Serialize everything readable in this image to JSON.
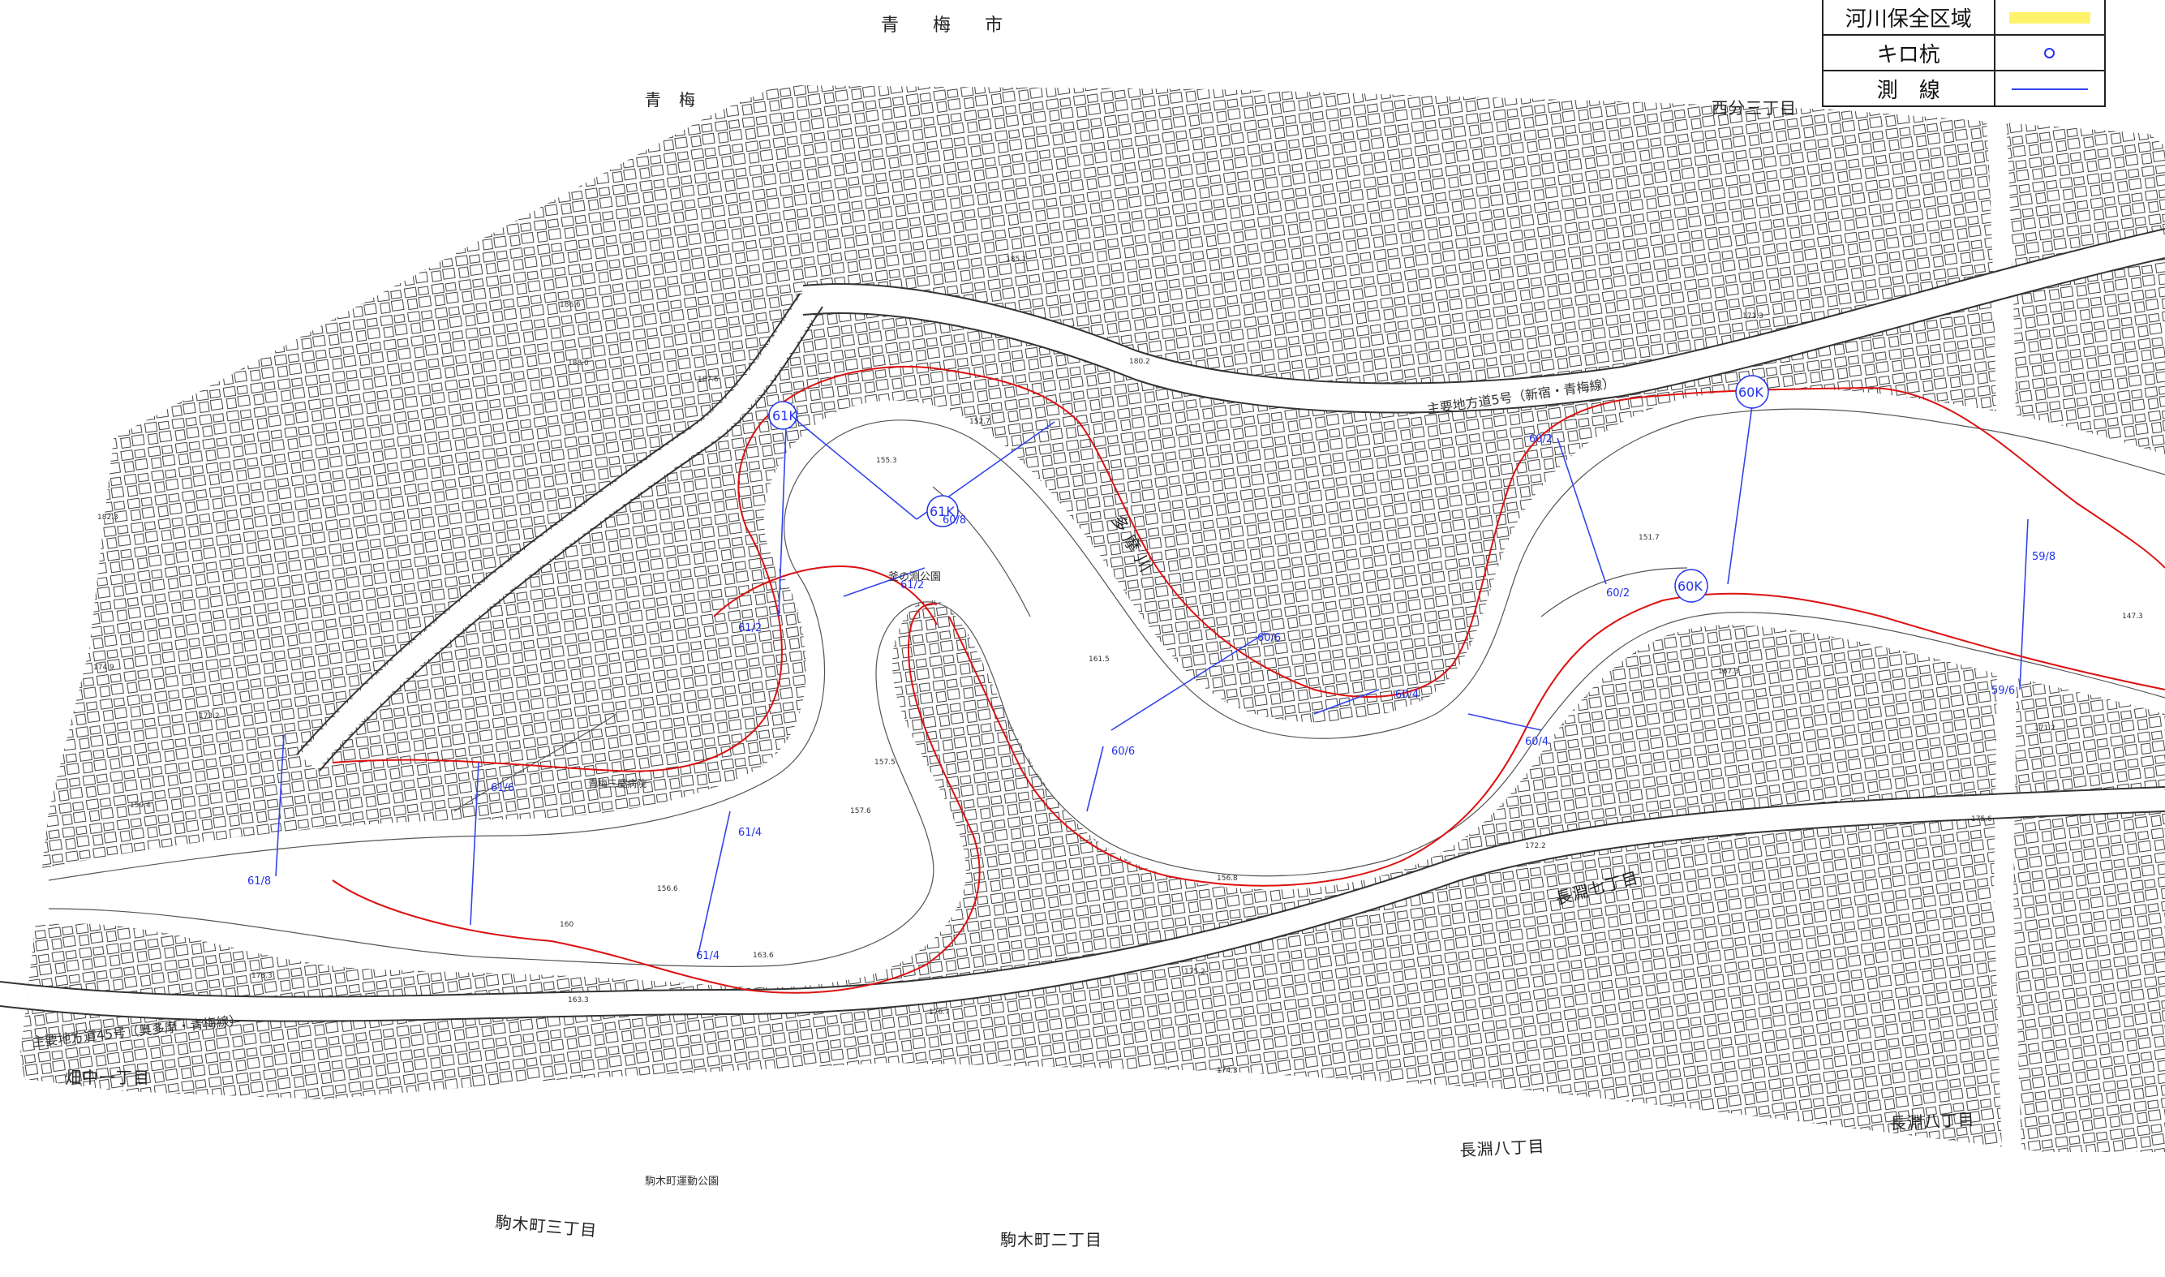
{
  "legend": {
    "title": "",
    "rows": [
      {
        "label": "河川保全区域",
        "symbol": "yellow-band"
      },
      {
        "label": "キロ杭",
        "symbol": "blue-ring"
      },
      {
        "label": "測　線",
        "symbol": "blue-line"
      }
    ]
  },
  "places": {
    "ome_city": "青　梅　市",
    "ome": "青　梅",
    "nishibun": "西分三丁目",
    "hatanaka": "畑中一丁目",
    "komagi3": "駒木町三丁目",
    "komagi2": "駒木町二丁目",
    "nagabuchi8a": "長淵八丁目",
    "nagabuchi8b": "長淵八丁目",
    "nagabuchi7": "長淵七丁目",
    "river_name": "多 摩 川",
    "kamafuchi_park": "釜の淵公園",
    "road_left": "主要地方道45号（奥多摩・青梅線）",
    "road_right": "主要地方道5号（新宿・青梅線）",
    "komagi_park": "駒木町運動公園",
    "ome_hospital": "青梅三慶病院"
  },
  "kilo_posts": [
    {
      "id": "61k_a",
      "label": "61K"
    },
    {
      "id": "61k_b",
      "label": "61K"
    },
    {
      "id": "60k_a",
      "label": "60K"
    },
    {
      "id": "60k_b",
      "label": "60K"
    }
  ],
  "section_labels": [
    {
      "id": "s618",
      "label": "61/8"
    },
    {
      "id": "s616",
      "label": "61/6"
    },
    {
      "id": "s614a",
      "label": "61/4"
    },
    {
      "id": "s614b",
      "label": "61/4"
    },
    {
      "id": "s612a",
      "label": "61/2"
    },
    {
      "id": "s612b",
      "label": "61/2"
    },
    {
      "id": "s608a",
      "label": "60/8"
    },
    {
      "id": "s606a",
      "label": "60/6"
    },
    {
      "id": "s606b",
      "label": "60/6"
    },
    {
      "id": "s604a",
      "label": "60/4"
    },
    {
      "id": "s604b",
      "label": "60/4"
    },
    {
      "id": "s602a",
      "label": "60/2"
    },
    {
      "id": "s602b",
      "label": "60/2"
    },
    {
      "id": "s598",
      "label": "59/8"
    },
    {
      "id": "s596",
      "label": "59/6"
    }
  ],
  "elevations": {
    "e1": "182.3",
    "e2": "174.9",
    "e3": "173.2",
    "e4": "159.4",
    "e5": "178.3",
    "e6": "187.6",
    "e7": "186.6",
    "e8": "188.0",
    "e9": "155.3",
    "e10": "152.7",
    "e11": "157.6",
    "e12": "156.6",
    "e13": "160",
    "e14": "163.6",
    "e15": "151.7",
    "e16": "167.3",
    "e17": "171.2",
    "e18": "175.6",
    "e19": "176.7",
    "e20": "174.3",
    "e21": "185.1",
    "e22": "180.2",
    "e23": "171.3",
    "e24": "147.3",
    "e25": "175.2",
    "e26": "156.8",
    "e27": "172.2",
    "e28": "157.5",
    "e29": "161.5",
    "e30": "163.3"
  },
  "colors": {
    "river_boundary": "#dd1111",
    "section_line": "#3344ee",
    "kilo_post": "#2233ee",
    "preservation_zone": "#fff36b",
    "basemap": "#333333"
  }
}
